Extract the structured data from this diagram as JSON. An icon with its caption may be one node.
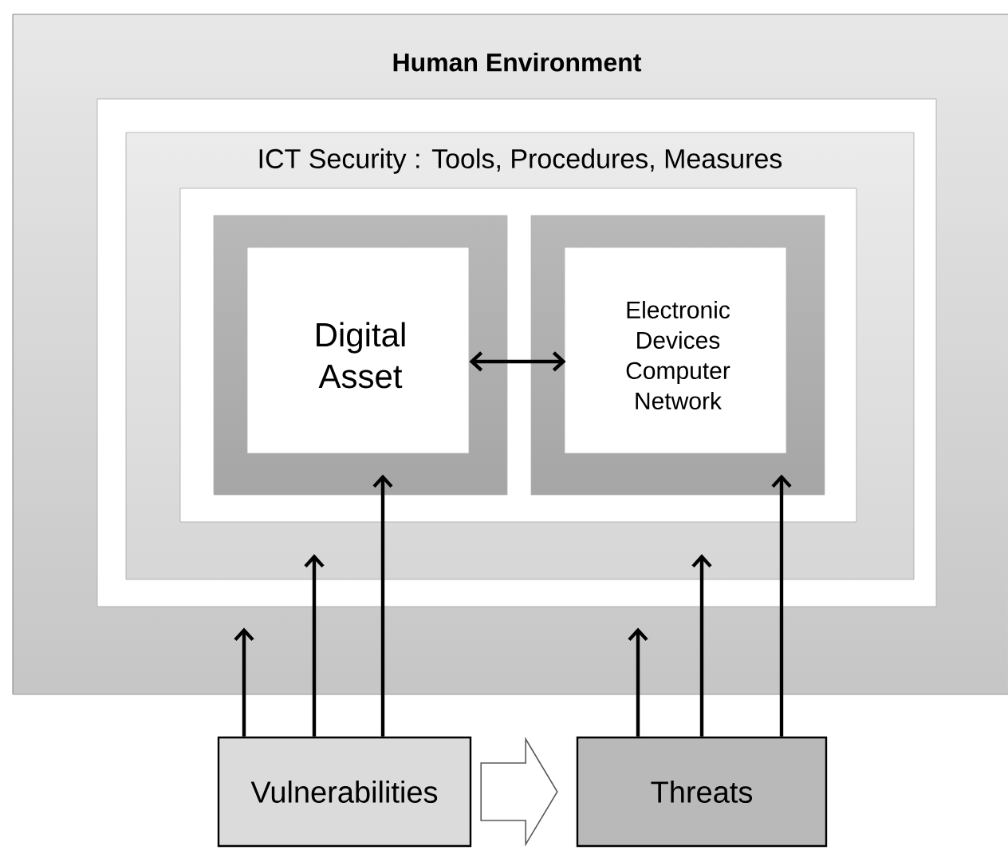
{
  "diagram": {
    "nodes": [
      {
        "text": [
          "Human Environment"
        ]
      },
      {
        "text": [],
        "shape": "box",
        "in": 0
      },
      {
        "text": [
          "ICT Security : Tools, Procedures, Measures"
        ],
        "in": 1
      },
      {
        "text": [],
        "shape": "box",
        "in": 2
      },
      {
        "text": [
          "Digital Asset"
        ],
        "in": 3
      },
      {
        "text": [
          "Electronic Devices Computer Network"
        ],
        "in": 3
      },
      {
        "text": [
          "Vulnerabilities"
        ]
      },
      {
        "text": [
          "Threats"
        ]
      }
    ],
    "edges": [
      {
        "from": 4,
        "to": 5,
        "arrow": "both"
      },
      {
        "from": 6,
        "to": 7,
        "arrow": "to"
      },
      {
        "from": 6,
        "to": 0,
        "arrow": "to"
      },
      {
        "from": 6,
        "to": 2,
        "arrow": "to"
      },
      {
        "from": 6,
        "to": 4,
        "arrow": "to"
      },
      {
        "from": 7,
        "to": 0,
        "arrow": "to"
      },
      {
        "from": 7,
        "to": 2,
        "arrow": "to"
      },
      {
        "from": 7,
        "to": 5,
        "arrow": "to"
      }
    ]
  }
}
